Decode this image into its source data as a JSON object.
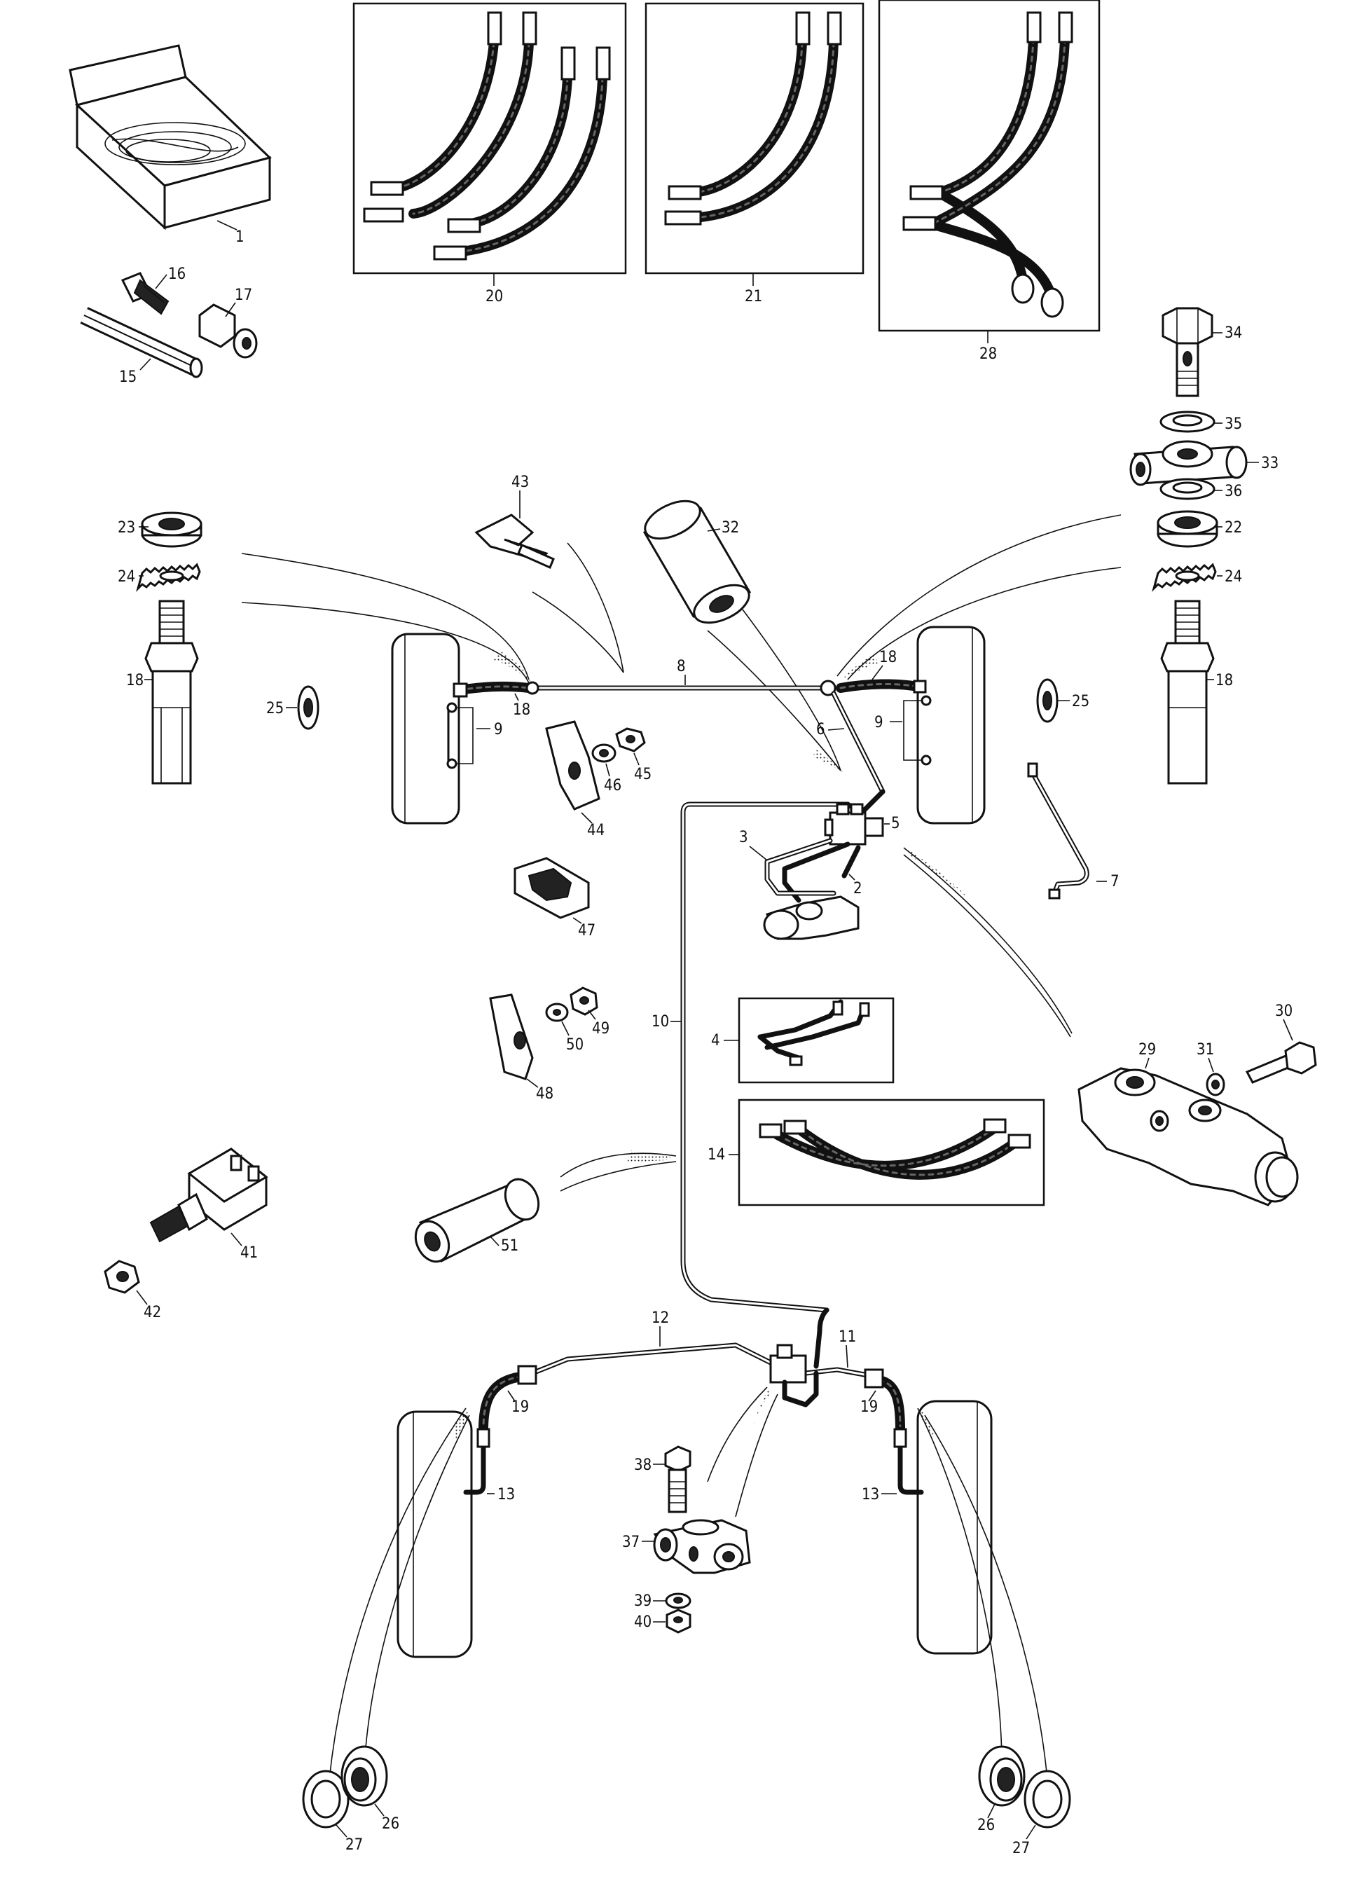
{
  "diagram": {
    "labels": {
      "p1": "1",
      "p2": "2",
      "p3": "3",
      "p4": "4",
      "p5": "5",
      "p6": "6",
      "p7": "7",
      "p8": "8",
      "p9a": "9",
      "p9b": "9",
      "p10": "10",
      "p11": "11",
      "p12": "12",
      "p13a": "13",
      "p13b": "13",
      "p14": "14",
      "p15": "15",
      "p16": "16",
      "p17": "17",
      "p18a": "18",
      "p18b": "18",
      "p18c": "18",
      "p18d": "18",
      "p19a": "19",
      "p19b": "19",
      "p20": "20",
      "p21": "21",
      "p22": "22",
      "p23": "23",
      "p24a": "24",
      "p24b": "24",
      "p25a": "25",
      "p25b": "25",
      "p26a": "26",
      "p26b": "26",
      "p27a": "27",
      "p27b": "27",
      "p28": "28",
      "p29": "29",
      "p30": "30",
      "p31": "31",
      "p32": "32",
      "p33": "33",
      "p34": "34",
      "p35": "35",
      "p36": "36",
      "p37": "37",
      "p38": "38",
      "p39": "39",
      "p40": "40",
      "p41": "41",
      "p42": "42",
      "p43": "43",
      "p44": "44",
      "p45": "45",
      "p46": "46",
      "p47": "47",
      "p48": "48",
      "p49": "49",
      "p50": "50",
      "p51": "51"
    }
  }
}
